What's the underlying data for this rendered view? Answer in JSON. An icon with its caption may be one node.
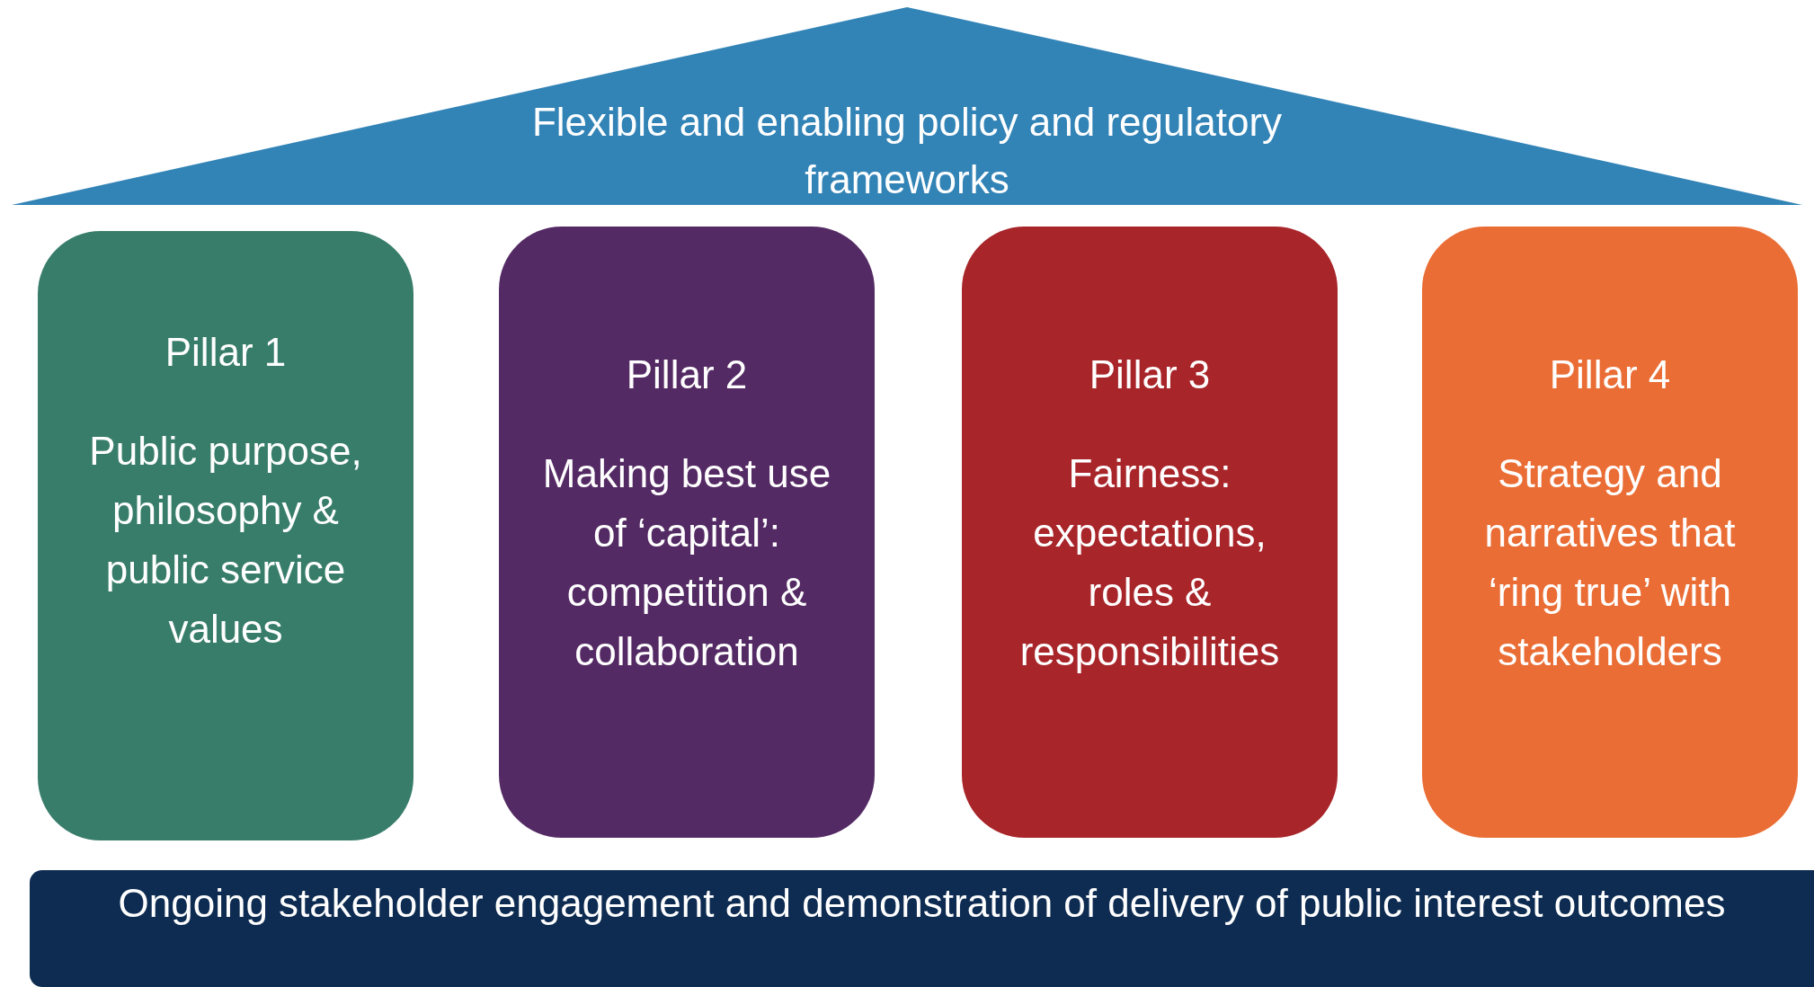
{
  "diagram": {
    "nodes": [
      {
        "text": [
          "Flexible and enabling policy and regulatory frameworks"
        ]
      },
      {
        "text": [
          "Pillar 1",
          "Public purpose, philosophy & public service values"
        ]
      },
      {
        "text": [
          "Pillar 2",
          "Making best use of ‘capital’: competition & collaboration"
        ]
      },
      {
        "text": [
          "Pillar 3",
          "Fairness: expectations, roles & responsibilities"
        ]
      },
      {
        "text": [
          "Pillar 4",
          "Strategy and narratives that ‘ring true’ with stakeholders"
        ]
      },
      {
        "text": [
          "Ongoing stakeholder engagement and demonstration of delivery of public interest outcomes"
        ]
      }
    ]
  }
}
